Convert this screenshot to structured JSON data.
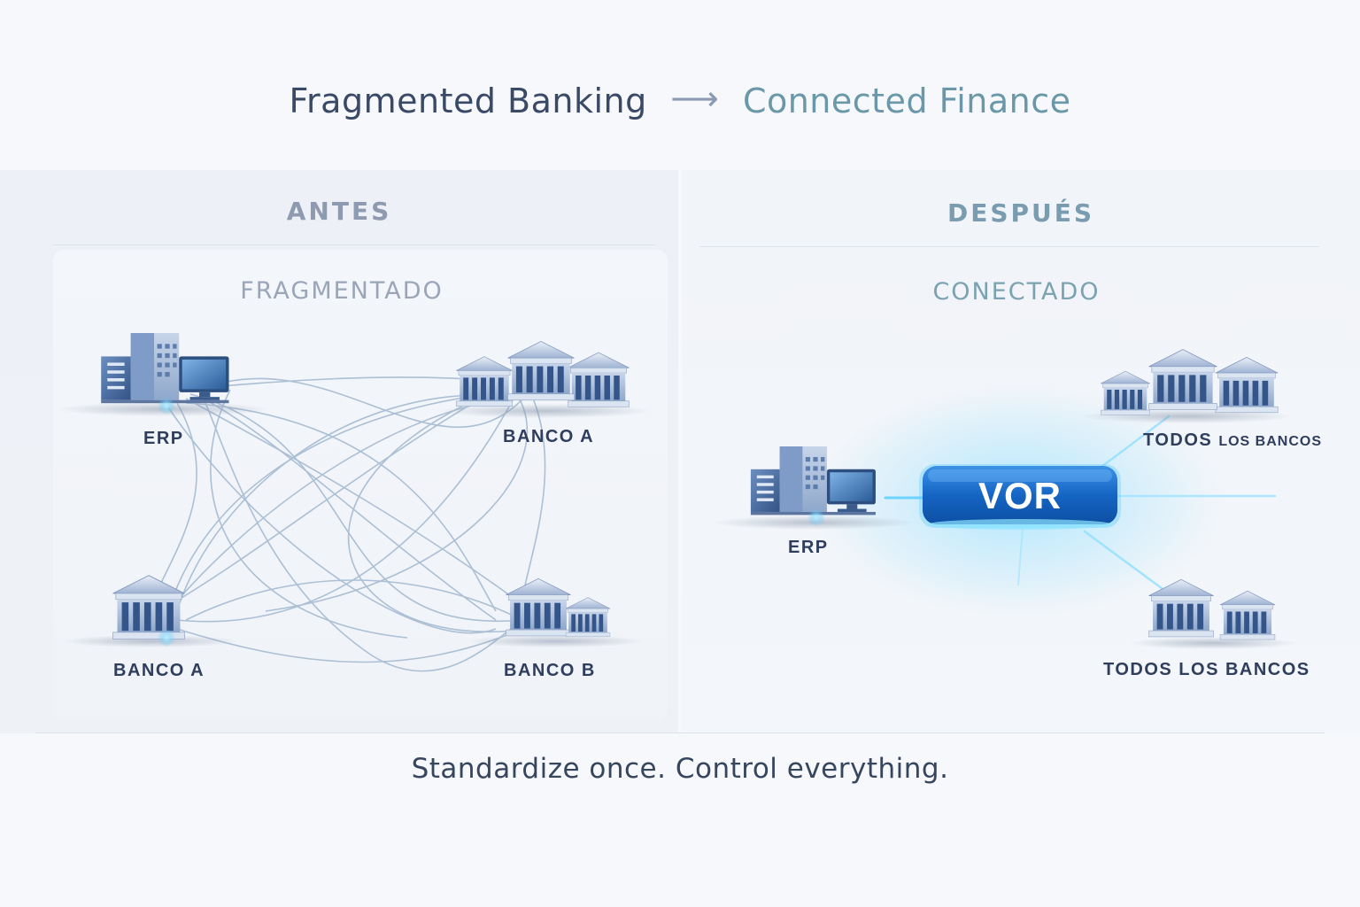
{
  "title": {
    "left": "Fragmented Banking",
    "arrow": "⟶",
    "right": "Connected Finance"
  },
  "before": {
    "heading": "ANTES",
    "subheading": "FRAGMENTADO",
    "nodes": {
      "erp": "ERP",
      "bank_top": "BANCO A",
      "bank_bottom_left": "BANCO A",
      "bank_bottom_right": "BANCO B"
    }
  },
  "after": {
    "heading": "DESPUÉS",
    "subheading": "CONECTADO",
    "hub": "VOR",
    "nodes": {
      "erp": "ERP",
      "banks_top_main": "TODOS ",
      "banks_top_small": "LOS BANCOS",
      "banks_bottom": "TODOS LOS BANCOS"
    }
  },
  "footer": "Standardize once. Control everything.",
  "colors": {
    "accent": "#1e6fd0",
    "glow": "#5fd0ff",
    "building": "#3c5f93",
    "line": "#9fb6cf"
  }
}
